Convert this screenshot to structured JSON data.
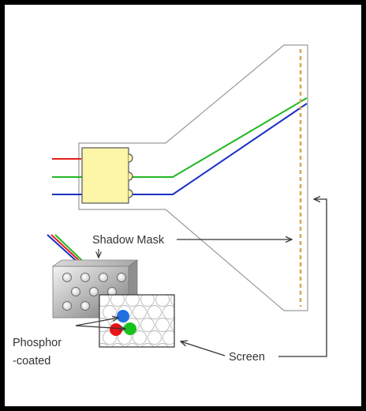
{
  "labels": {
    "shadow_mask": "Shadow Mask",
    "phosphor_line1": "Phosphor",
    "phosphor_line2": "-coated",
    "screen": "Screen"
  },
  "colors": {
    "background": "#000000",
    "panel": "#ffffff",
    "tube_outline": "#999999",
    "beam_red": "#e3201c",
    "beam_green": "#22b823",
    "beam_blue": "#1a2fc4",
    "electron_gun": "#fdf5a8",
    "shadow_mask": "#d6a84a",
    "dot_red": "#e81418",
    "dot_green": "#17c21c",
    "dot_blue": "#1f6fe0"
  },
  "icons": {
    "electron_gun": "electron-gun-icon",
    "perforated_mask": "perforated-mask-block-icon",
    "phosphor_grid": "phosphor-dot-grid-icon"
  }
}
